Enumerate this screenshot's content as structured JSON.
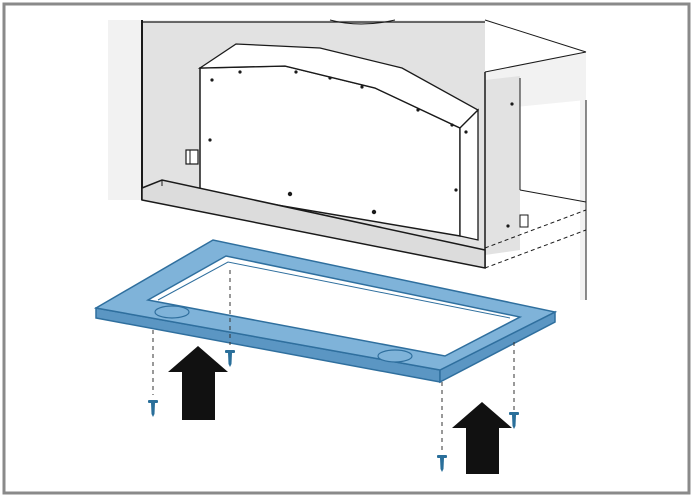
{
  "diagram": {
    "colors": {
      "frame_border": "#8a8a8a",
      "outline": "#1a1a1a",
      "cabinet_fill": "#f2f2f2",
      "cabinet_shadow": "#e2e2e2",
      "hood_fill": "#ffffff",
      "trim_fill": "#dcdcdc",
      "frame_panel": "#7fb3d9",
      "frame_panel_edge": "#2f6f9e",
      "frame_panel_side": "#5b96c3",
      "frame_inner_wall": "#ffffff",
      "arrow_fill": "#111111",
      "screw_fill": "#2a6f9a",
      "guide_line": "#333333"
    },
    "parts": [
      "wall-cabinet",
      "side-cabinet",
      "range-hood-unit",
      "hood-trim-strip",
      "mounting-frame",
      "push-up-arrow-left",
      "push-up-arrow-right",
      "screw"
    ],
    "screw_count": 4,
    "arrow_count": 2
  }
}
